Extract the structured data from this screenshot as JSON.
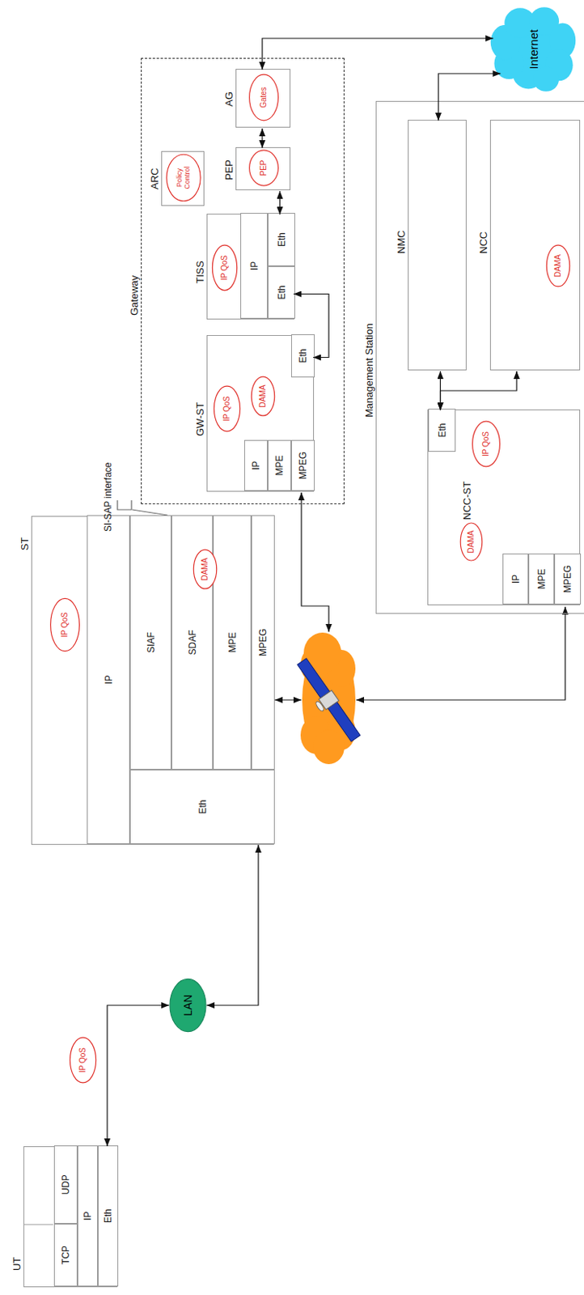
{
  "diagram": {
    "nodes": [
      {
        "text": [
          "UT"
        ]
      },
      {
        "text": [
          "TCP"
        ],
        "in": 0
      },
      {
        "text": [
          "UDP"
        ],
        "in": 0
      },
      {
        "text": [
          "IP"
        ],
        "in": 0
      },
      {
        "text": [
          "Eth"
        ],
        "in": 0
      },
      {
        "text": [
          "IP QoS"
        ]
      },
      {
        "text": [
          "LAN"
        ]
      },
      {
        "text": [
          "ST"
        ]
      },
      {
        "text": [
          "IP QoS"
        ],
        "in": 7
      },
      {
        "text": [
          "IP"
        ],
        "in": 7
      },
      {
        "text": [
          "SIAF"
        ],
        "in": 7
      },
      {
        "text": [
          "SDAF"
        ],
        "in": 7
      },
      {
        "text": [
          "MPE"
        ],
        "in": 7
      },
      {
        "text": [
          "MPEG"
        ],
        "in": 7
      },
      {
        "text": [
          "Eth"
        ],
        "in": 7
      },
      {
        "text": [
          "DAMA"
        ],
        "in": 7
      },
      {
        "text": [
          "Gateway"
        ]
      },
      {
        "text": [
          "GW-ST"
        ],
        "in": 16
      },
      {
        "text": [
          "IP QoS"
        ],
        "in": 17
      },
      {
        "text": [
          "DAMA"
        ],
        "in": 17
      },
      {
        "text": [
          "IP"
        ],
        "in": 17
      },
      {
        "text": [
          "MPE"
        ],
        "in": 17
      },
      {
        "text": [
          "MPEG"
        ],
        "in": 17
      },
      {
        "text": [
          "Eth"
        ],
        "in": 17
      },
      {
        "text": [
          "TISS"
        ],
        "in": 16
      },
      {
        "text": [
          "IP QoS"
        ],
        "in": 24
      },
      {
        "text": [
          "IP"
        ],
        "in": 24
      },
      {
        "text": [
          "Eth"
        ],
        "in": 24
      },
      {
        "text": [
          "Eth"
        ],
        "in": 24
      },
      {
        "text": [
          "ARC"
        ],
        "in": 16
      },
      {
        "text": [
          "Policy Control"
        ],
        "in": 29
      },
      {
        "text": [
          "PEP"
        ],
        "in": 16
      },
      {
        "text": [
          "PEP"
        ],
        "in": 31
      },
      {
        "text": [
          "AG"
        ],
        "in": 16
      },
      {
        "text": [
          "Gates"
        ],
        "in": 33
      },
      {
        "text": [
          "Internet"
        ]
      },
      {
        "text": [
          "Management Station"
        ]
      },
      {
        "text": [
          "NMC"
        ],
        "in": 36
      },
      {
        "text": [
          "NCC"
        ],
        "in": 36
      },
      {
        "text": [
          "DAMA"
        ],
        "in": 38
      },
      {
        "text": [
          "NCC-ST"
        ],
        "in": 36
      },
      {
        "text": [
          "IP QoS"
        ],
        "in": 40
      },
      {
        "text": [
          "DAMA"
        ],
        "in": 40
      },
      {
        "text": [
          "IP"
        ],
        "in": 40
      },
      {
        "text": [
          "MPE"
        ],
        "in": 40
      },
      {
        "text": [
          "MPEG"
        ],
        "in": 40
      },
      {
        "text": [
          "Eth"
        ],
        "in": 40
      }
    ],
    "edges": [
      {
        "from": 4,
        "to": 6,
        "arrow": "both"
      },
      {
        "from": 6,
        "to": 14,
        "arrow": "both"
      },
      {
        "from": 23,
        "to": 27,
        "arrow": "both"
      },
      {
        "from": 28,
        "to": 31,
        "arrow": "both"
      },
      {
        "from": 31,
        "to": 33,
        "arrow": "both"
      },
      {
        "from": 33,
        "to": 35,
        "arrow": "both"
      },
      {
        "from": 35,
        "to": 37,
        "arrow": "both"
      },
      {
        "from": 46,
        "to": 37,
        "arrow": "both"
      },
      {
        "from": 46,
        "to": 38,
        "arrow": "both"
      }
    ],
    "labels": [
      "SI-SAP interface"
    ]
  }
}
